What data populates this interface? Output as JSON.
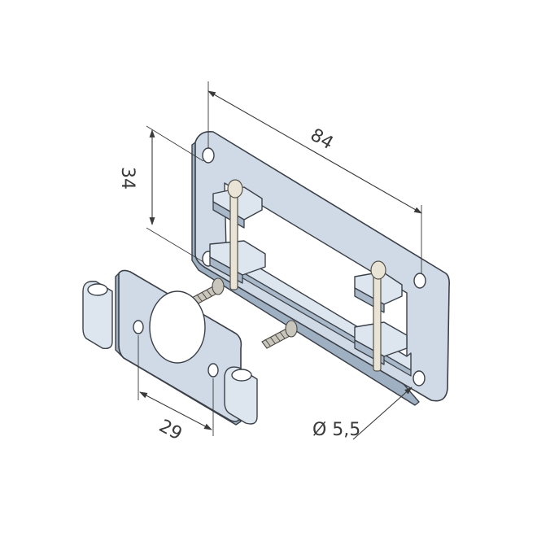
{
  "figure": {
    "dimensions": {
      "length": "84",
      "height": "34",
      "hole_spacing": "29",
      "hole_diameter": "Ø 5,5"
    },
    "colors": {
      "steel_light": "#cfdae6",
      "steel_dark": "#9fb0c2",
      "outline": "#3b4048",
      "dimension_line": "#3a3a3a"
    }
  }
}
